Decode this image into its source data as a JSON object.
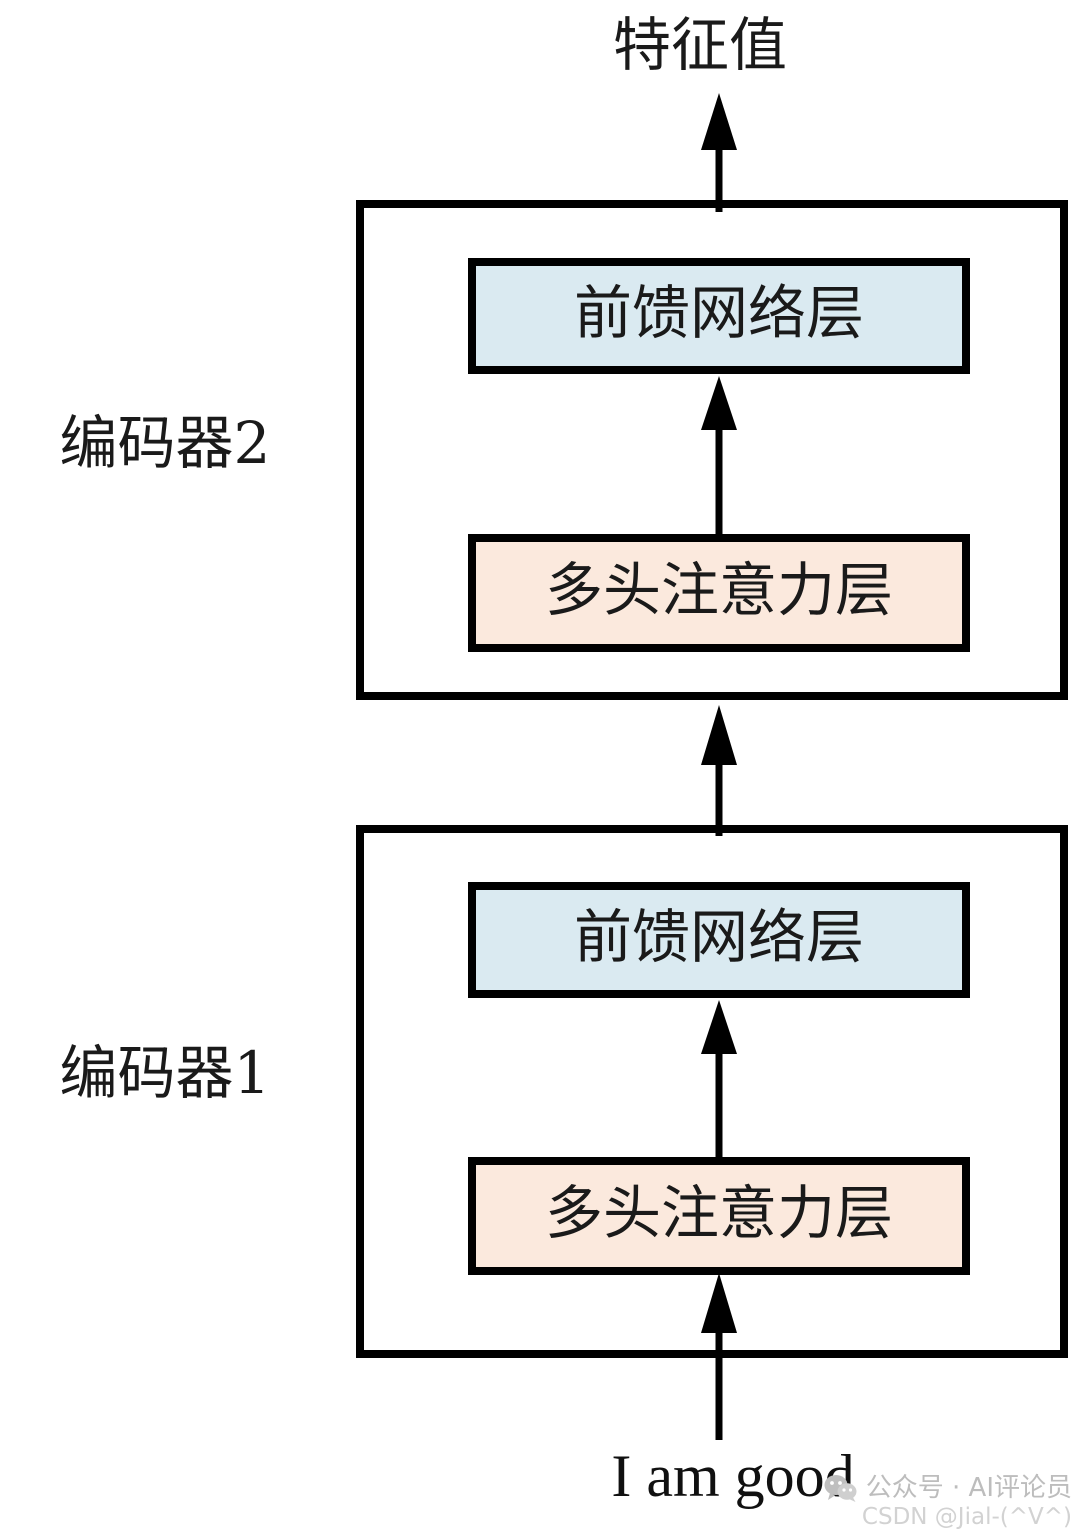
{
  "diagram": {
    "title_top": "特征值",
    "input_text": "I am good",
    "encoders": [
      {
        "side_label": "编码器2",
        "layers": [
          {
            "name": "前馈网络层",
            "color": "#daeaf1"
          },
          {
            "name": "多头注意力层",
            "color": "#fbe9dd"
          }
        ]
      },
      {
        "side_label": "编码器1",
        "layers": [
          {
            "name": "前馈网络层",
            "color": "#daeaf1"
          },
          {
            "name": "多头注意力层",
            "color": "#fbe9dd"
          }
        ]
      }
    ],
    "colors": {
      "feed_forward_fill": "#daeaf1",
      "attention_fill": "#fbe9dd",
      "stroke": "#000000",
      "background": "#ffffff"
    }
  },
  "watermark": {
    "icon": "wechat-icon",
    "line1": "公众号 · AI评论员",
    "line2": "CSDN @Jial-(^V^)"
  }
}
